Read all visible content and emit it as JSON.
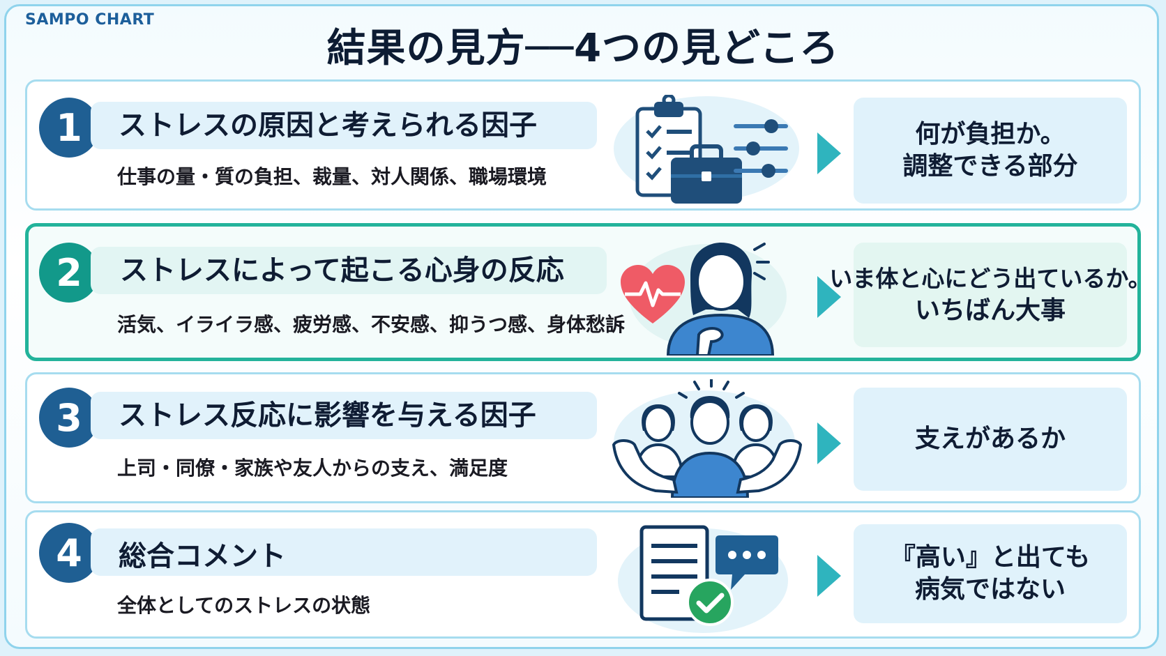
{
  "brand": "SAMPO CHART",
  "title": "結果の見方──4つの見どころ",
  "rows": [
    {
      "number": "1",
      "heading": "ストレスの原因と考えられる因子",
      "detail": "仕事の量・質の負担、裁量、対人関係、職場環境",
      "takeaway_lines": [
        "何が負担か。",
        "調整できる部分"
      ],
      "icons": [
        "clipboard-checklist-icon",
        "briefcase-icon",
        "sliders-icon"
      ]
    },
    {
      "number": "2",
      "heading": "ストレスによって起こる心身の反応",
      "detail": "活気、イライラ感、疲労感、不安感、抑うつ感、身体愁訴",
      "takeaway_lines": [
        "いま体と心にどう出ているか。",
        "いちばん大事"
      ],
      "icons": [
        "heartbeat-icon",
        "person-hand-on-chest-icon"
      ]
    },
    {
      "number": "3",
      "heading": "ストレス反応に影響を与える因子",
      "detail": "上司・同僚・家族や友人からの支え、満足度",
      "takeaway_lines": [
        "支えがあるか"
      ],
      "icons": [
        "group-people-icon",
        "supporting-hands-icon"
      ]
    },
    {
      "number": "4",
      "heading": "総合コメント",
      "detail": "全体としてのストレスの状態",
      "takeaway_lines": [
        "『高い』と出ても",
        "病気ではない"
      ],
      "icons": [
        "document-icon",
        "speech-bubble-icon",
        "check-circle-icon"
      ]
    }
  ],
  "colors": {
    "navy": "#1f5f93",
    "teal": "#12998a",
    "highlight_border": "#23b39b",
    "arrow": "#2fb4be",
    "heart": "#ef5b66",
    "check": "#27a55f"
  }
}
